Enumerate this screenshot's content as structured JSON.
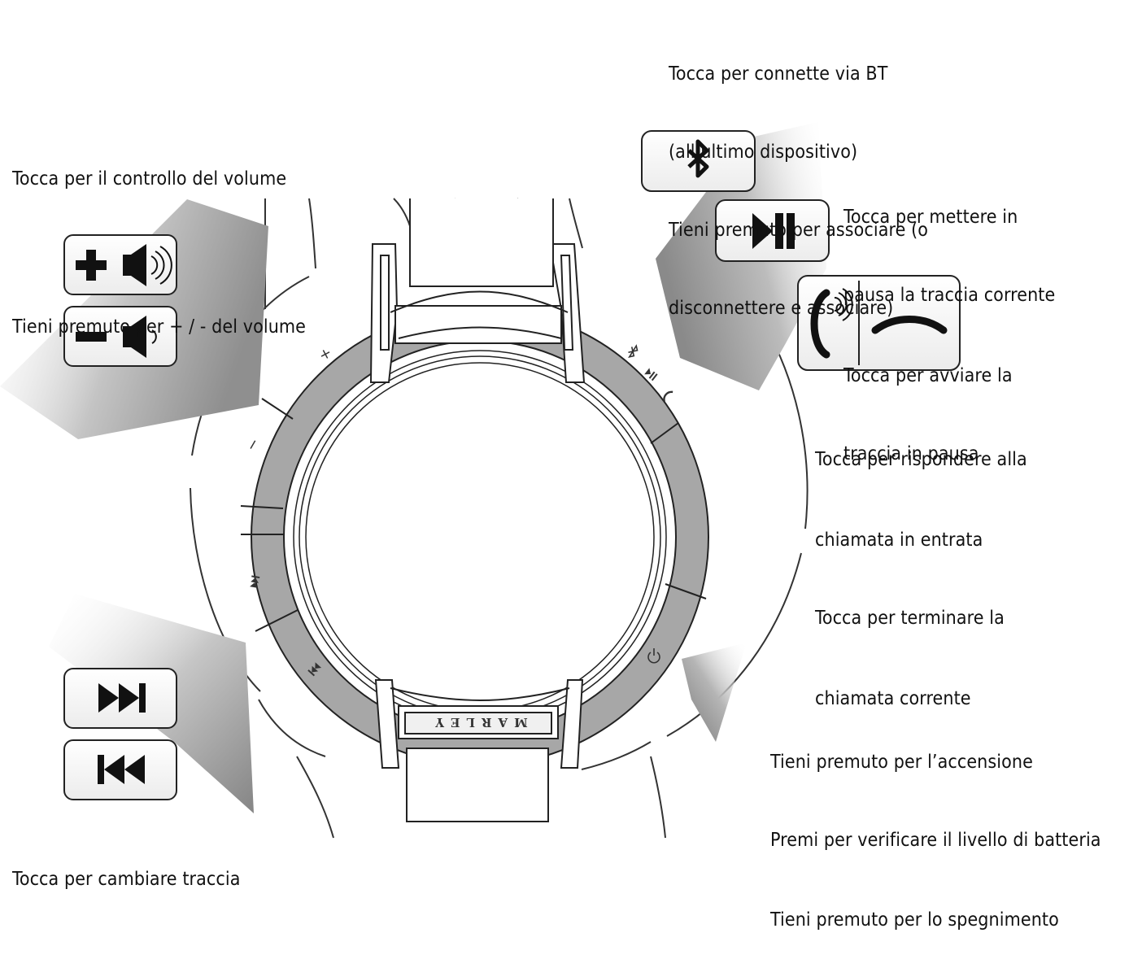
{
  "brand": "MARLEY",
  "annotations": {
    "volume": [
      "Tocca per il controllo del volume",
      "",
      "Tieni premuto per + / - del volume"
    ],
    "bluetooth": [
      "Tocca per connette via BT",
      "(all’ultimo dispositivo)",
      "Tieni premuto per associare (o",
      "disconnettere e associare)"
    ],
    "play_pause": [
      "Tocca per mettere in",
      "pausa la traccia corrente",
      "Tocca per avviare la",
      "traccia in pausa"
    ],
    "call": [
      "Tocca per rispondere alla",
      "chiamata in entrata",
      "Tocca per terminare la",
      "chiamata corrente"
    ],
    "power": [
      "Tieni premuto per l’accensione",
      "Premi per verificare il livello di batteria",
      "Tieni premuto per lo spegnimento"
    ],
    "track": [
      "Tocca per cambiare traccia"
    ]
  },
  "panel_marks": {
    "plus": "+",
    "minus": "−"
  },
  "icons": {
    "volume_up": "volume-up-icon",
    "volume_down": "volume-down-icon",
    "bluetooth": "bluetooth-icon",
    "play_pause": "play-pause-icon",
    "call_answer": "call-answer-icon",
    "call_end": "call-end-icon",
    "next_track": "next-track-icon",
    "previous_track": "previous-track-icon",
    "power": "power-icon"
  }
}
